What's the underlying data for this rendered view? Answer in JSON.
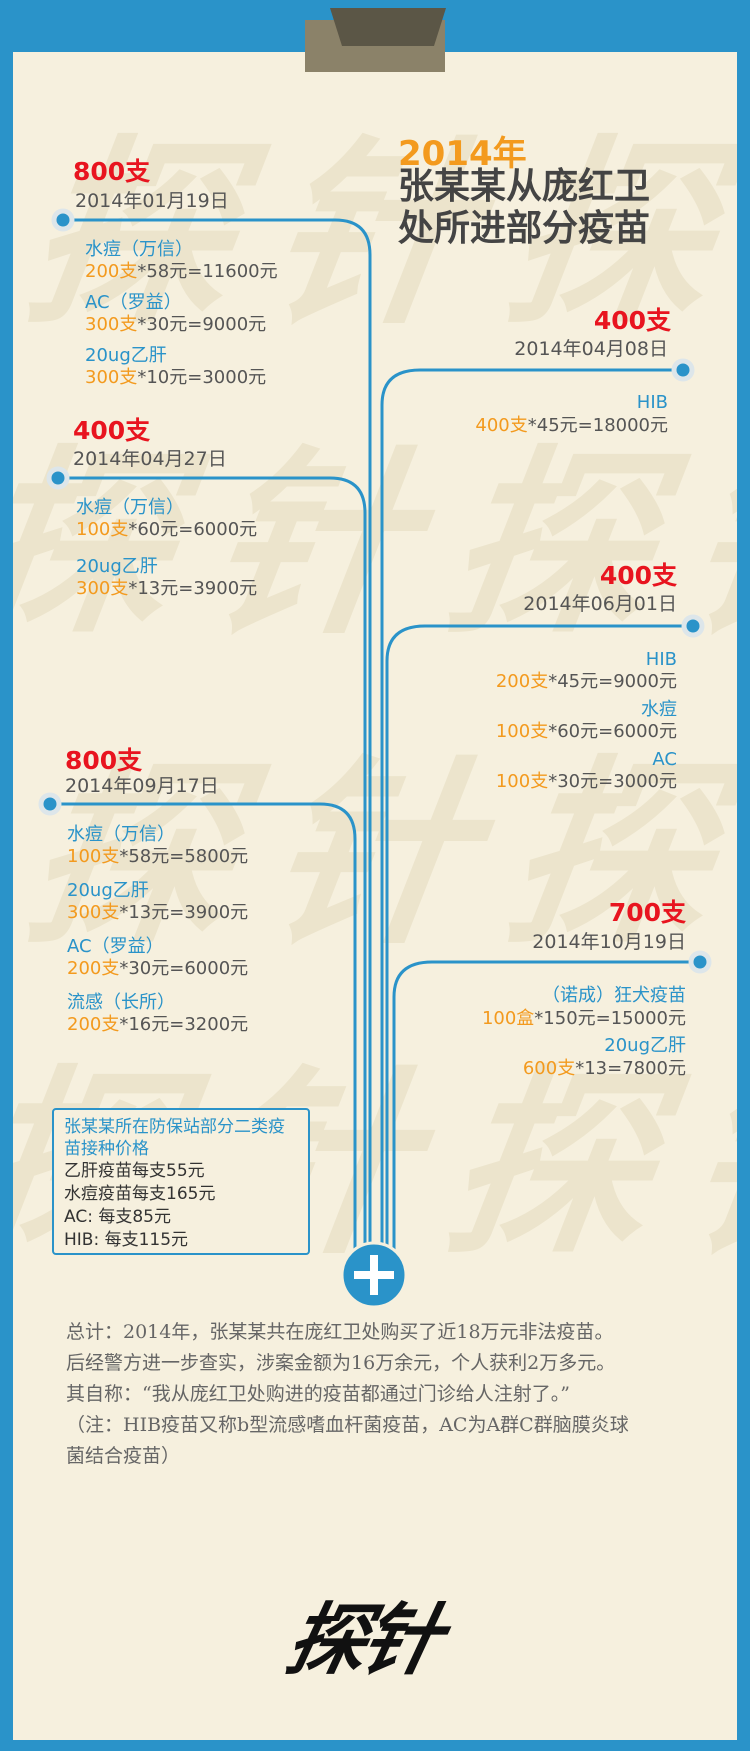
{
  "watermark": "探针探针",
  "logo": "探针",
  "title": {
    "year": "2014年",
    "line1": "张某某从庞红卫",
    "line2": "处所进部分疫苗"
  },
  "entries": [
    {
      "qty": "800支",
      "date": "2014年01月19日",
      "items": [
        {
          "name": "水痘（万信）",
          "count": "200支",
          "formula": "*58元=11600元"
        },
        {
          "name": "AC（罗益）",
          "count": "300支",
          "formula": "*30元=9000元"
        },
        {
          "name": "20ug乙肝",
          "count": "300支",
          "formula": "*10元=3000元"
        }
      ]
    },
    {
      "qty": "400支",
      "date": "2014年04月27日",
      "items": [
        {
          "name": "水痘（万信）",
          "count": "100支",
          "formula": "*60元=6000元"
        },
        {
          "name": "20ug乙肝",
          "count": "300支",
          "formula": "*13元=3900元"
        }
      ]
    },
    {
      "qty": "800支",
      "date": "2014年09月17日",
      "items": [
        {
          "name": "水痘（万信）",
          "count": "100支",
          "formula": "*58元=5800元"
        },
        {
          "name": "20ug乙肝",
          "count": "300支",
          "formula": "*13元=3900元"
        },
        {
          "name": "AC（罗益）",
          "count": "200支",
          "formula": "*30元=6000元"
        },
        {
          "name": "流感（长所）",
          "count": "200支",
          "formula": "*16元=3200元"
        }
      ]
    },
    {
      "qty": "400支",
      "date": "2014年04月08日",
      "items": [
        {
          "name": "HIB",
          "count": "400支",
          "formula": "*45元=18000元"
        }
      ]
    },
    {
      "qty": "400支",
      "date": "2014年06月01日",
      "items": [
        {
          "name": "HIB",
          "count": "200支",
          "formula": "*45元=9000元"
        },
        {
          "name": "水痘",
          "count": "100支",
          "formula": "*60元=6000元"
        },
        {
          "name": "AC",
          "count": "100支",
          "formula": "*30元=3000元"
        }
      ]
    },
    {
      "qty": "700支",
      "date": "2014年10月19日",
      "items": [
        {
          "name": "（诺成）狂犬疫苗",
          "count": "100盒",
          "formula": "*150元=15000元"
        },
        {
          "name": "20ug乙肝",
          "count": "600支",
          "formula": "*13=7800元"
        }
      ]
    }
  ],
  "price_box": {
    "heading": "张某某所在防保站部分二类疫苗接种价格",
    "lines": [
      "乙肝疫苗每支55元",
      "水痘疫苗每支165元",
      "AC: 每支85元",
      "HIB: 每支115元"
    ]
  },
  "summary": [
    "总计：2014年，张某某共在庞红卫处购买了近18万元非法疫苗。",
    "后经警方进一步查实，涉案金额为16万余元，个人获利2万多元。",
    "其自称：“我从庞红卫处购进的疫苗都通过门诊给人注射了。”",
    "（注：HIB疫苗又称b型流感嗜血杆菌疫苗，AC为A群C群脑膜炎球",
    "菌结合疫苗）"
  ],
  "colors": {
    "frame_blue": "#2a93c9",
    "paper": "#f6f0de",
    "quantity_red": "#e8141f",
    "count_orange": "#f39a1e"
  }
}
